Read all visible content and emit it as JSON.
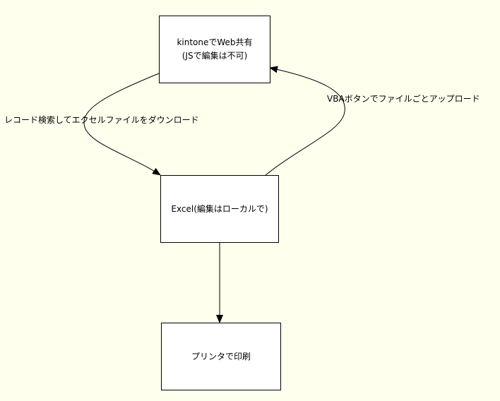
{
  "nodes": {
    "kintone": {
      "line1": "kintoneでWeb共有",
      "line2": "(JSで編集は不可)"
    },
    "excel": {
      "label": "Excel(編集はローカルで)"
    },
    "printer": {
      "label": "プリンタで印刷"
    }
  },
  "edges": {
    "download": {
      "label": "レコード検索してエクセルファイルをダウンロード",
      "from": "kintone",
      "to": "excel"
    },
    "upload": {
      "label": "VBAボタンでファイルごとアップロード",
      "from": "excel",
      "to": "kintone"
    },
    "print": {
      "label": "",
      "from": "excel",
      "to": "printer"
    }
  },
  "colors": {
    "background": "#ffffee",
    "node_fill": "#ffffff",
    "stroke": "#000000"
  }
}
